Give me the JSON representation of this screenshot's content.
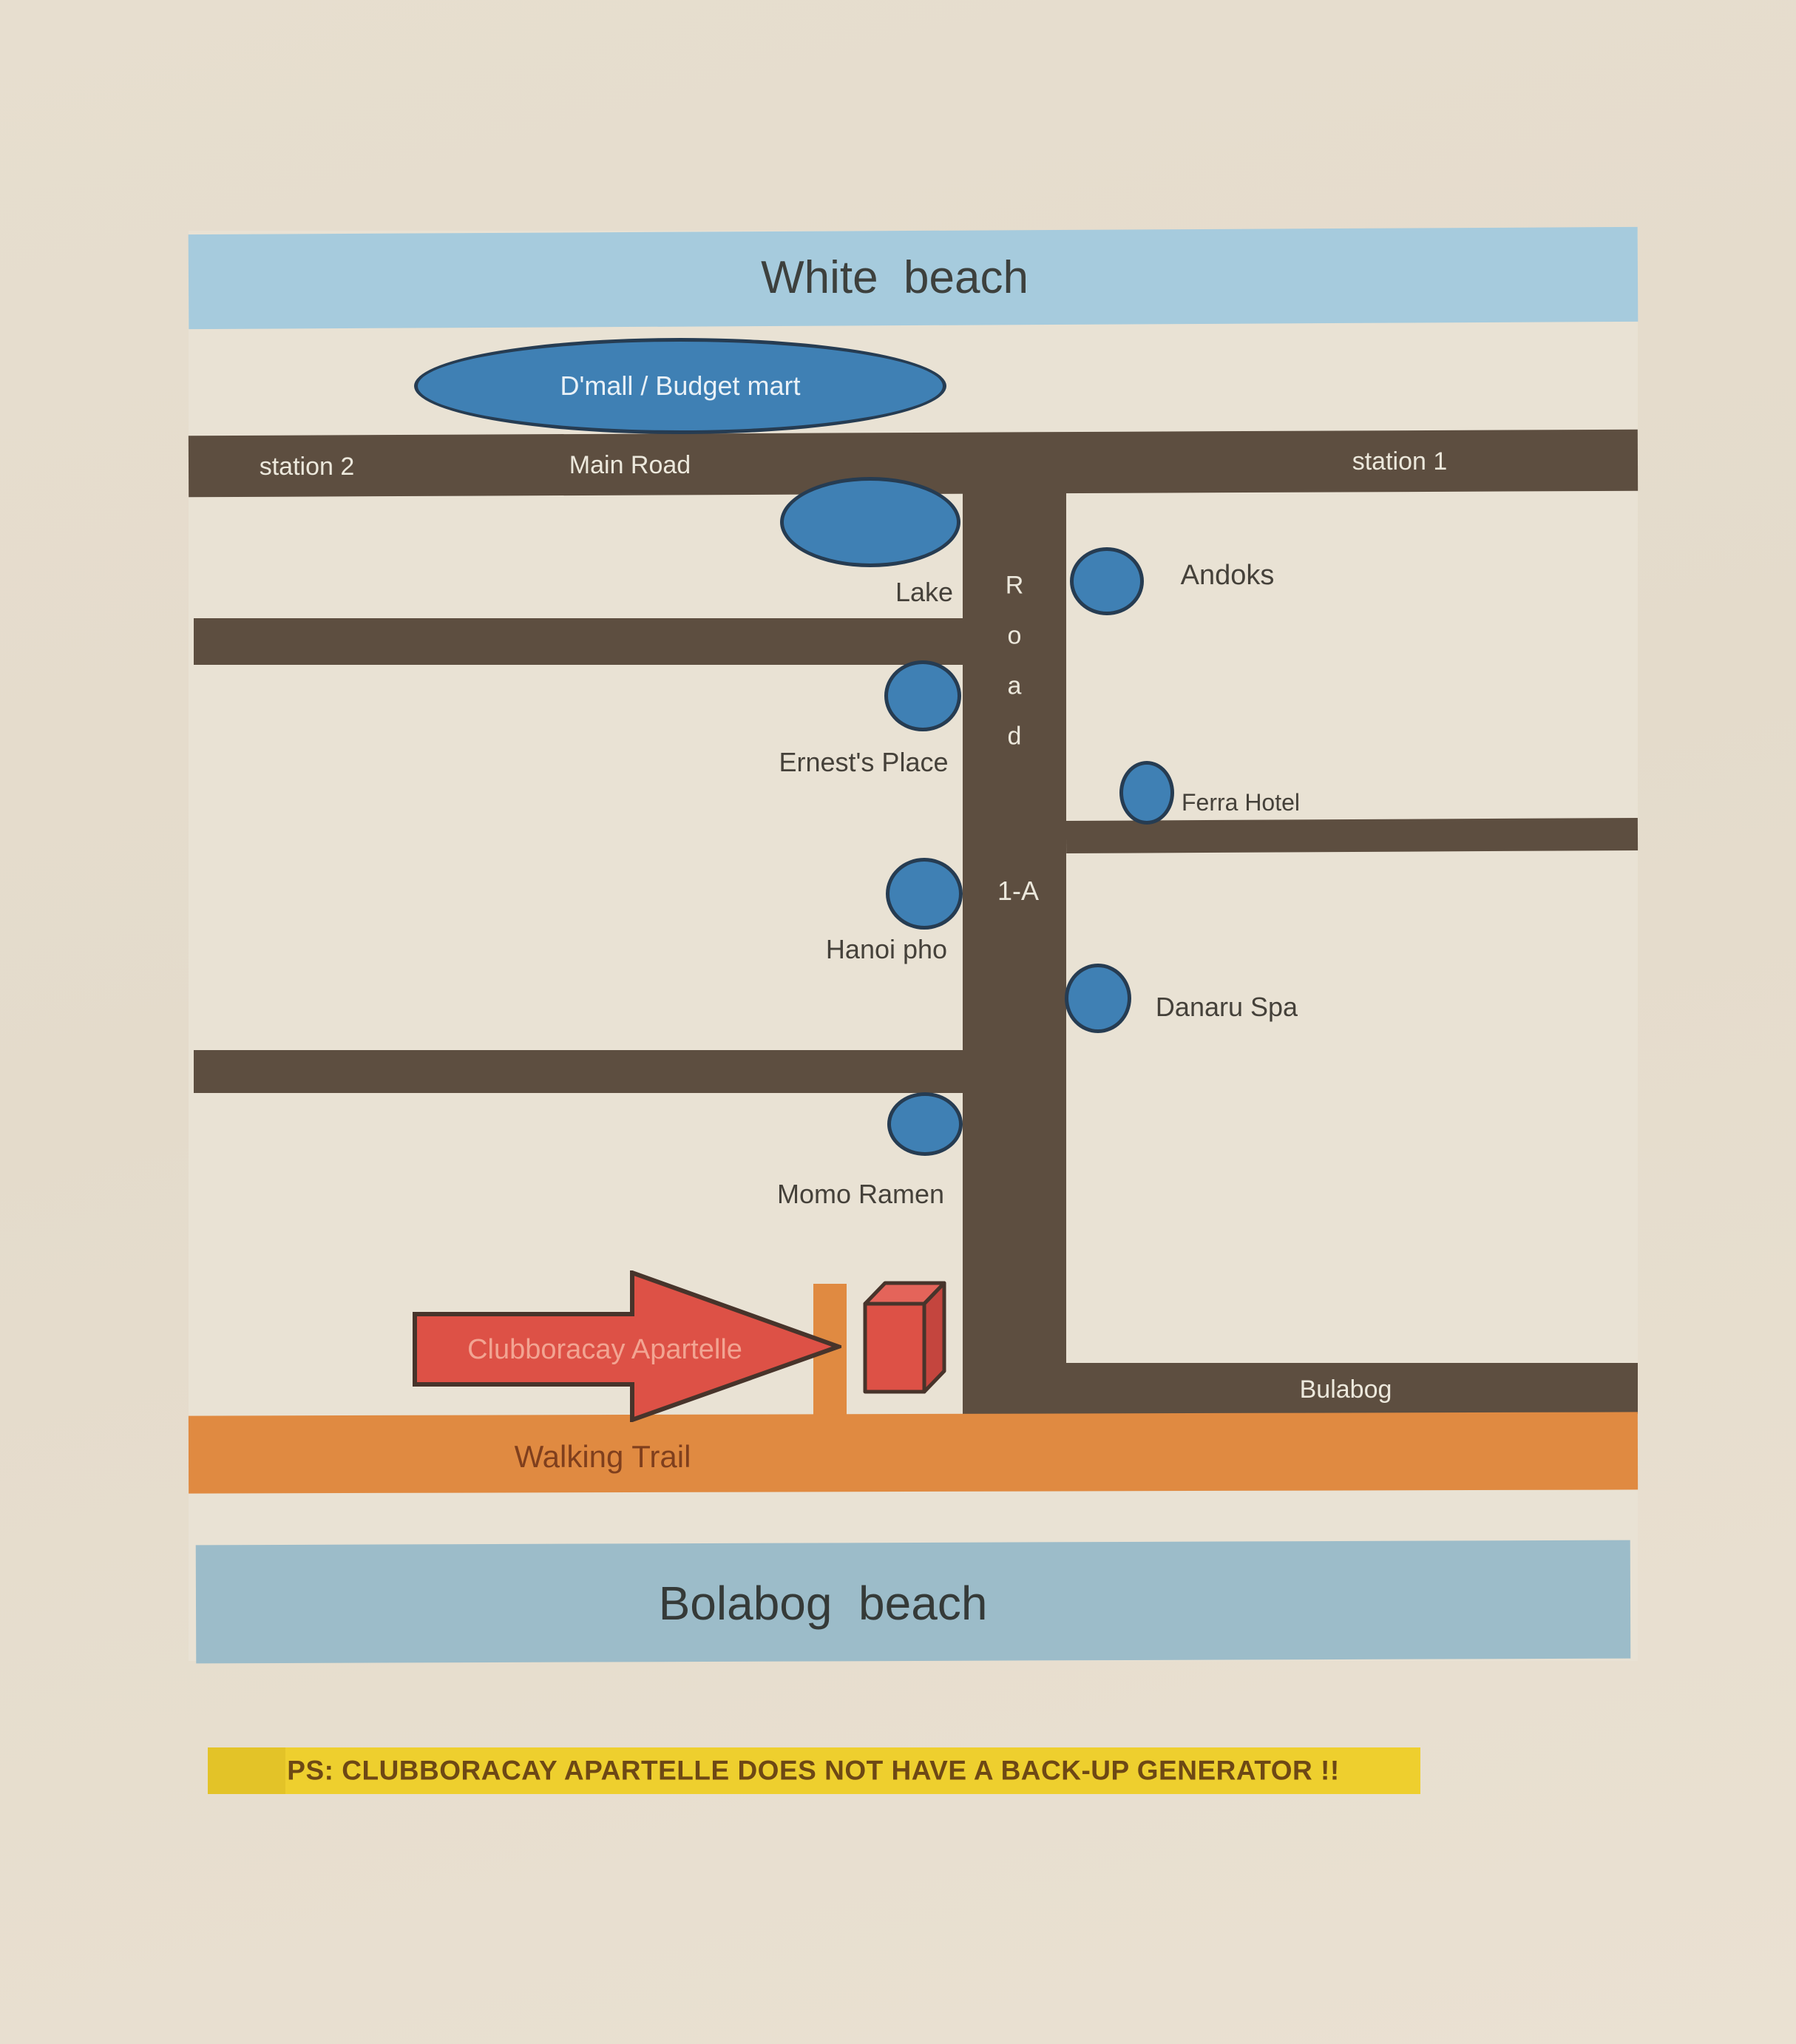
{
  "beaches": {
    "white": "White  beach",
    "bolabog": "Bolabog  beach"
  },
  "roads": {
    "main": {
      "label": "Main Road",
      "station_left": "station 2",
      "station_right": "station 1"
    },
    "vertical": {
      "letters": [
        "R",
        "o",
        "a",
        "d"
      ],
      "name": "1-A"
    },
    "bulabog": "Bulabog",
    "walking_trail": "Walking Trail"
  },
  "landmarks": {
    "dmall": "D'mall / Budget mart",
    "lake": "Lake",
    "andoks": "Andoks",
    "ernests_place": "Ernest's Place",
    "ferra_hotel": "Ferra Hotel",
    "hanoi_pho": "Hanoi pho",
    "danaru_spa": "Danaru Spa",
    "momo_ramen": "Momo Ramen"
  },
  "destination": {
    "arrow_label": "Clubboracay Apartelle"
  },
  "footer_note": "PS: CLUBBORACAY APARTELLE DOES NOT HAVE A BACK-UP GENERATOR !!",
  "colors": {
    "paper": "#e6ddcf",
    "beach_top_blue": "#a6cbdd",
    "beach_bottom_blue": "#9cbcc9",
    "road_brown": "#5d4e40",
    "marker_blue": "#3f80b4",
    "marker_outline": "#263c52",
    "trail_orange": "#e08a41",
    "arrow_red": "#dd5146",
    "arrow_text": "#f2a492",
    "note_yellow": "#eecf2e",
    "note_text": "#6d4815"
  }
}
